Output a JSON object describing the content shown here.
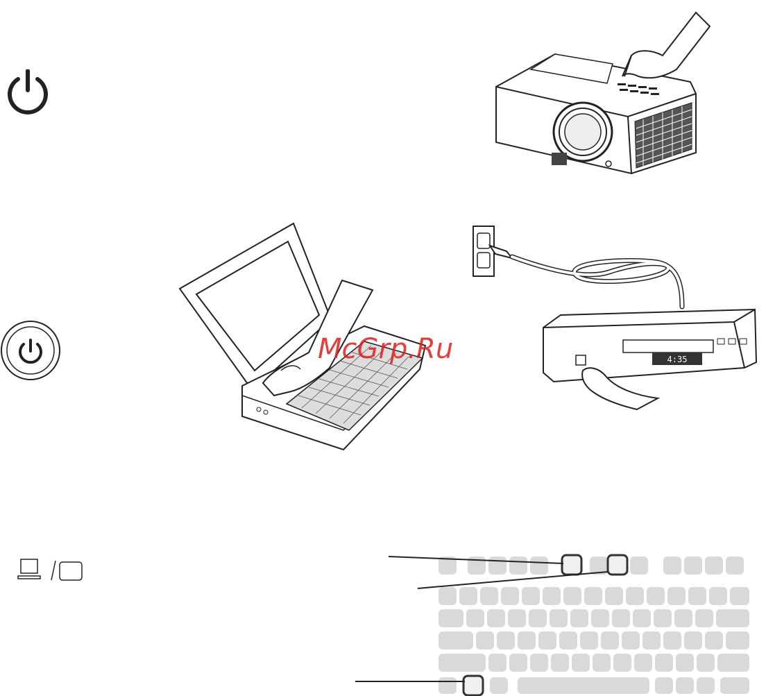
{
  "icons": {
    "power_symbol": "power-icon",
    "power_button": "power-button-icon",
    "laptop_monitor": "laptop-monitor-toggle-icon"
  },
  "illustrations": {
    "projector": "projector-with-hand-illustration",
    "laptop": "laptop-keyboard-hand-illustration",
    "outlet_device": "power-outlet-and-device-illustration",
    "keyboard_detail": "keyboard-keys-callout-illustration"
  },
  "device_display": "4:35",
  "watermark": "McGrp.Ru",
  "colors": {
    "line": "#222222",
    "key_fill": "#d9d9d9",
    "key_highlight": "#9a9a9a",
    "watermark": "#e01e1e"
  }
}
